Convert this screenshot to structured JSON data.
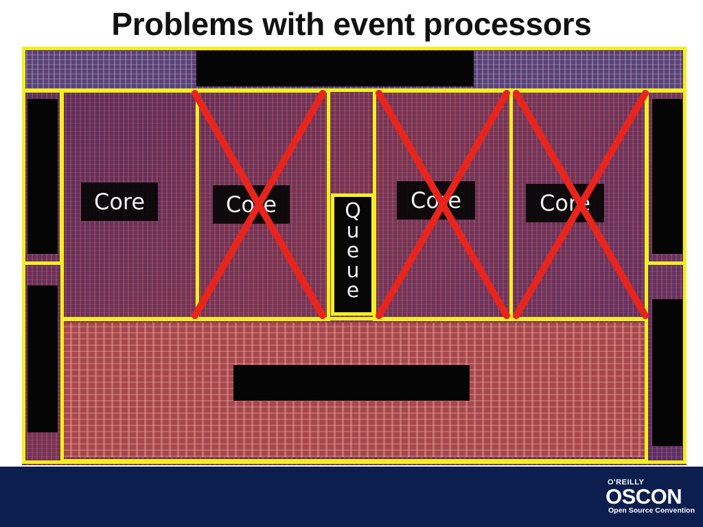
{
  "slide": {
    "title": "Problems with event processors"
  },
  "diagram": {
    "cores": [
      {
        "label": "Core",
        "crossed": false
      },
      {
        "label": "Core",
        "crossed": true
      },
      {
        "label": "Core",
        "crossed": true
      },
      {
        "label": "Core",
        "crossed": true
      }
    ],
    "queue_letters": [
      "Q",
      "u",
      "e",
      "u",
      "e"
    ],
    "colors": {
      "frame": "#f4ef22",
      "cross": "#e8241c",
      "label_bg": "#050505"
    }
  },
  "footer": {
    "publisher": "O'REILLY",
    "brand": "OSCON",
    "tagline": "Open Source Convention",
    "background": "#0b1e4d"
  }
}
